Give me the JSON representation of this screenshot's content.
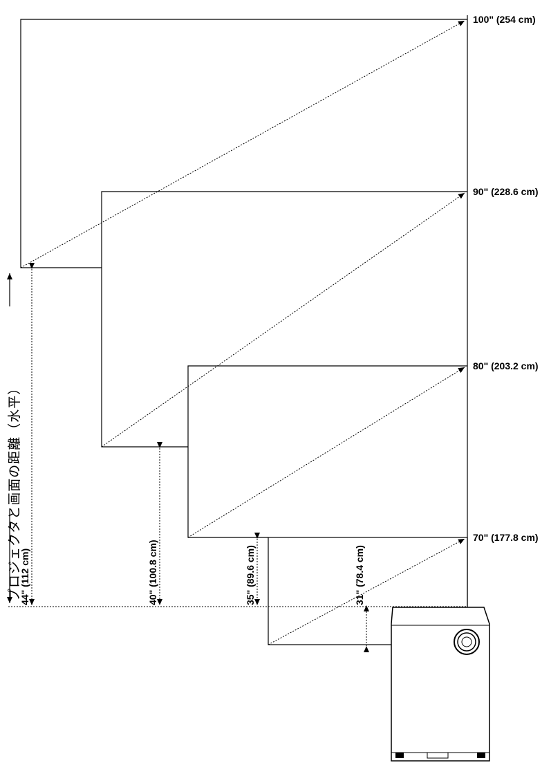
{
  "axis_label": "プロジェクタと画面の距離（水平）",
  "screens": [
    {
      "id": "100",
      "size_label": "100\" (254 cm)",
      "distance_label": "44\" (112 cm)"
    },
    {
      "id": "90",
      "size_label": "90\" (228.6 cm)",
      "distance_label": "40\" (100.8 cm)"
    },
    {
      "id": "80",
      "size_label": "80\" (203.2 cm)",
      "distance_label": "35\" (89.6 cm)"
    },
    {
      "id": "70",
      "size_label": "70\" (177.8 cm)",
      "distance_label": "31\" (78.4 cm)"
    }
  ]
}
